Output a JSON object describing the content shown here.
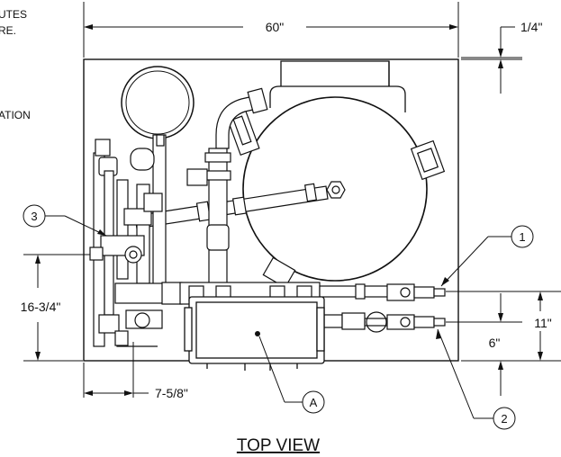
{
  "notes": {
    "line1": "UTES",
    "line2": "RE.",
    "line3": "ATION"
  },
  "dimensions": {
    "overall_width": "60\"",
    "top_offset": "1/4\"",
    "left_height": "16-3/4\"",
    "right_upper": "11\"",
    "right_lower": "6\"",
    "left_offset": "7-5/8\""
  },
  "callouts": {
    "c1": "1",
    "c2": "2",
    "c3": "3",
    "ca": "A"
  },
  "view_title": "TOP VIEW"
}
